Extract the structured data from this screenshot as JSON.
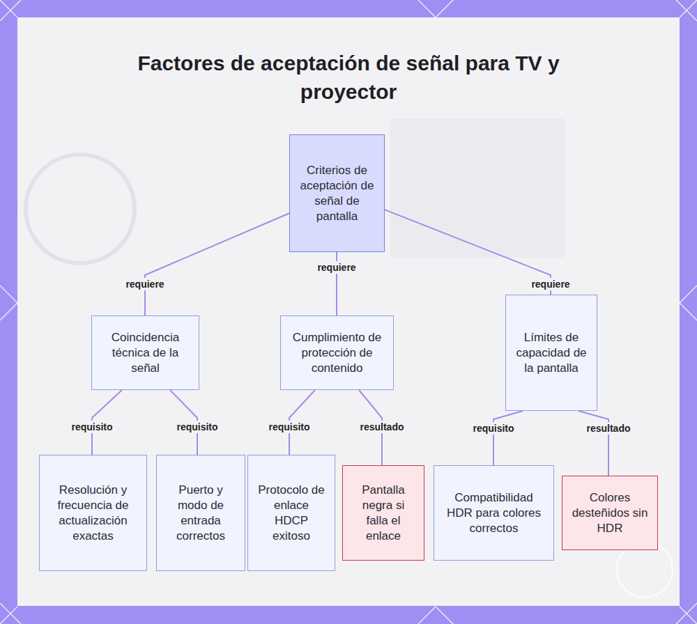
{
  "diagram": {
    "title": "Factores de aceptación de señal para TV y proyector",
    "nodes": [
      {
        "text": [
          "Criterios de aceptación de señal de pantalla"
        ]
      },
      {
        "text": [
          "Coincidencia técnica de la señal"
        ]
      },
      {
        "text": [
          "Cumplimiento de protección de contenido"
        ]
      },
      {
        "text": [
          "Límites de capacidad de la pantalla"
        ]
      },
      {
        "text": [
          "Resolución y frecuencia de actualización exactas"
        ]
      },
      {
        "text": [
          "Puerto y modo de entrada correctos"
        ]
      },
      {
        "text": [
          "Protocolo de enlace HDCP exitoso"
        ]
      },
      {
        "text": [
          "Pantalla negra si falla el enlace"
        ]
      },
      {
        "text": [
          "Compatibilidad HDR para colores correctos"
        ]
      },
      {
        "text": [
          "Colores desteñidos sin HDR"
        ]
      }
    ],
    "edges": [
      {
        "from": 0,
        "to": 1,
        "label": "requiere",
        "arrow": "none"
      },
      {
        "from": 0,
        "to": 2,
        "label": "requiere",
        "arrow": "none"
      },
      {
        "from": 0,
        "to": 3,
        "label": "requiere",
        "arrow": "none"
      },
      {
        "from": 1,
        "to": 4,
        "label": "requisito",
        "arrow": "none"
      },
      {
        "from": 1,
        "to": 5,
        "label": "requisito",
        "arrow": "none"
      },
      {
        "from": 2,
        "to": 6,
        "label": "requisito",
        "arrow": "none"
      },
      {
        "from": 2,
        "to": 7,
        "label": "resultado",
        "arrow": "none"
      },
      {
        "from": 3,
        "to": 8,
        "label": "requisito",
        "arrow": "none"
      },
      {
        "from": 3,
        "to": 9,
        "label": "resultado",
        "arrow": "none"
      }
    ]
  }
}
